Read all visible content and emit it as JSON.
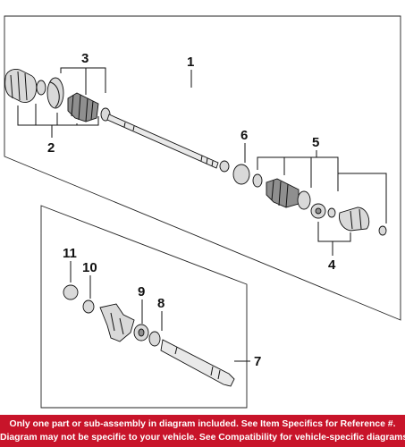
{
  "callouts": {
    "c1": "1",
    "c2": "2",
    "c3": "3",
    "c4": "4",
    "c5": "5",
    "c6": "6",
    "c7": "7",
    "c8": "8",
    "c9": "9",
    "c10": "10",
    "c11": "11"
  },
  "disclaimer": {
    "line1": "Only one part or sub-assembly in diagram included. See Item Specifics for Reference #.",
    "line2": "Diagram may not be specific to your vehicle. See Compatibility for vehicle-specific diagrams."
  },
  "colors": {
    "banner_background": "#c8142a",
    "banner_text": "#ffffff",
    "line_art": "#111111"
  }
}
